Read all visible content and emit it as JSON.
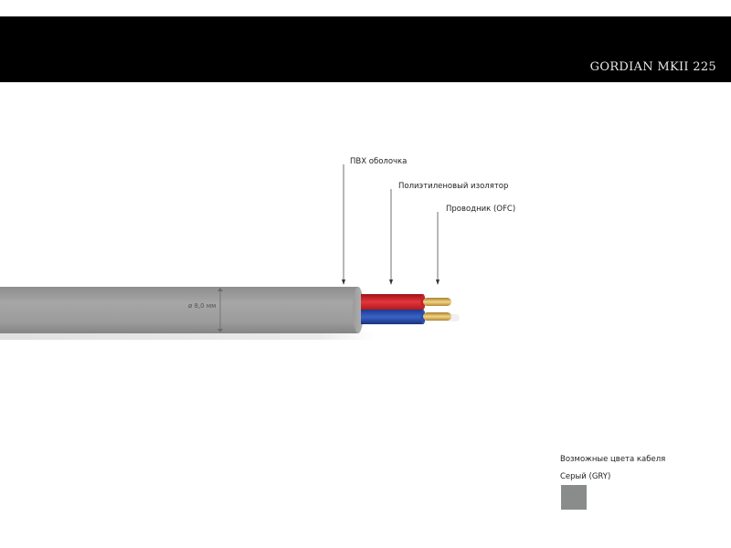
{
  "header": {
    "title": "GORDIAN MKII 225",
    "background": "#000000"
  },
  "cable": {
    "diameter_label": "ø 8,0 мм",
    "jacket_color": "#a0a0a0",
    "insulator_colors": [
      "#d8232a",
      "#2a4fb5"
    ],
    "conductor_color": "#d9b25a"
  },
  "callouts": [
    {
      "label": "ПВХ оболочка"
    },
    {
      "label": "Полиэтиленовый изолятор"
    },
    {
      "label": "Проводник (OFC)"
    }
  ],
  "colors": {
    "title": "Возможные цвета кабеля",
    "options": [
      {
        "label": "Серый (GRY)",
        "color": "#8a8c8b"
      }
    ]
  }
}
